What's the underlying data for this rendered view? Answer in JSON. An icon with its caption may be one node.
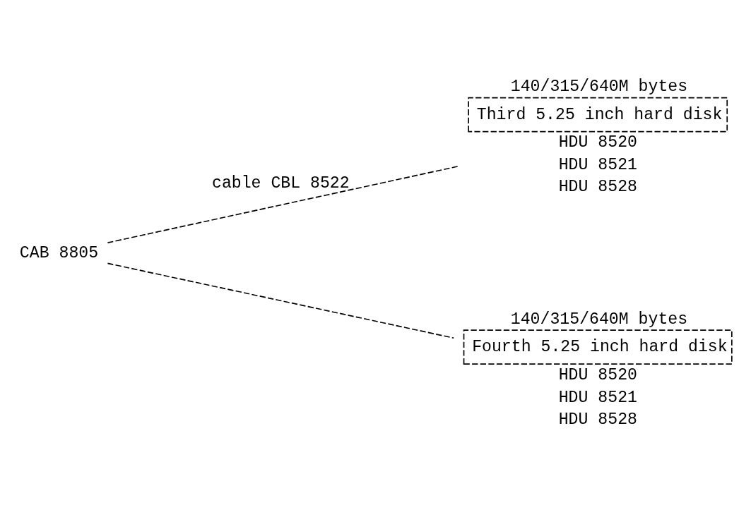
{
  "diagram": {
    "nodes": [
      {
        "text": [
          "CAB 8805"
        ]
      },
      {
        "text": [
          "Third 5.25 inch hard disk"
        ],
        "beside": [
          "140/315/640M bytes",
          "HDU 8520",
          "HDU 8521",
          "HDU 8528"
        ]
      },
      {
        "text": [
          "Fourth 5.25 inch hard disk"
        ],
        "beside": [
          "140/315/640M bytes",
          "HDU 8520",
          "HDU 8521",
          "HDU 8528"
        ]
      }
    ],
    "edges": [
      {
        "from": 0,
        "to": 1,
        "arrow": "none",
        "style": "dashed",
        "label": "cable CBL 8522"
      },
      {
        "from": 0,
        "to": 2,
        "arrow": "none",
        "style": "dashed"
      }
    ]
  }
}
